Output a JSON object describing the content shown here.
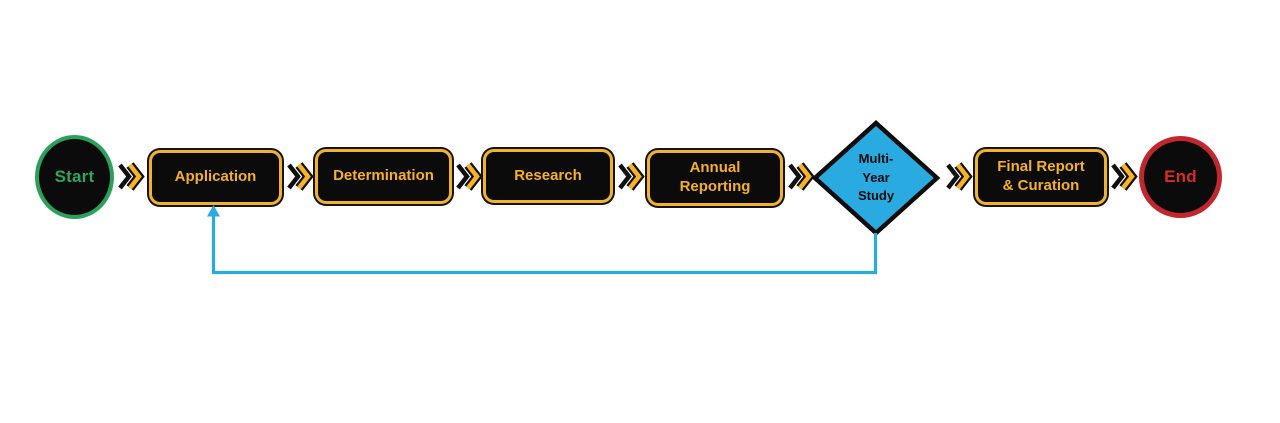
{
  "diagram": {
    "type": "flowchart",
    "background_color": "#FFFFFF",
    "nodes": [
      {
        "id": "start",
        "shape": "circle",
        "label": "Start",
        "fill": "#0B0B0B",
        "border_color": "#2BA05A",
        "text_color": "#2EA45E"
      },
      {
        "id": "application",
        "shape": "rounded-rect",
        "label": "Application",
        "fill": "#0B0B0B",
        "border_color": "#F2B231",
        "text_color": "#F7AF27"
      },
      {
        "id": "determination",
        "shape": "rounded-rect",
        "label": "Determination",
        "fill": "#0B0B0B",
        "border_color": "#F2B231",
        "text_color": "#F7AF27"
      },
      {
        "id": "research",
        "shape": "rounded-rect",
        "label": "Research",
        "fill": "#0B0B0B",
        "border_color": "#F2B231",
        "text_color": "#F7AF27"
      },
      {
        "id": "annual-reporting",
        "shape": "rounded-rect",
        "label": "Annual\nReporting",
        "fill": "#0B0B0B",
        "border_color": "#F2B231",
        "text_color": "#F7AF27"
      },
      {
        "id": "multi-year-study",
        "shape": "diamond",
        "label": "Multi-\nYear\nStudy",
        "fill": "#29ABE2",
        "border_color": "#0D0D0D",
        "text_color": "#0A0A0A"
      },
      {
        "id": "final-report-curation",
        "shape": "rounded-rect",
        "label": "Final Report\n& Curation",
        "fill": "#0B0B0B",
        "border_color": "#F2B231",
        "text_color": "#F7AF27"
      },
      {
        "id": "end",
        "shape": "circle",
        "label": "End",
        "fill": "#0B0B0B",
        "border_color": "#C1272D",
        "text_color": "#D92B26"
      }
    ],
    "flow_order": [
      "Start",
      "Application",
      "Determination",
      "Research",
      "Annual Reporting",
      "Multi-Year Study",
      "Final Report & Curation",
      "End"
    ],
    "connectors": {
      "forward_chevron_color": "#F9B324",
      "forward_chevron_shadow_color": "#101010",
      "feedback_loop": {
        "from": "multi-year-study",
        "to": "application",
        "color": "#29ABE2",
        "style": "elbow",
        "arrowhead": "up"
      }
    }
  }
}
